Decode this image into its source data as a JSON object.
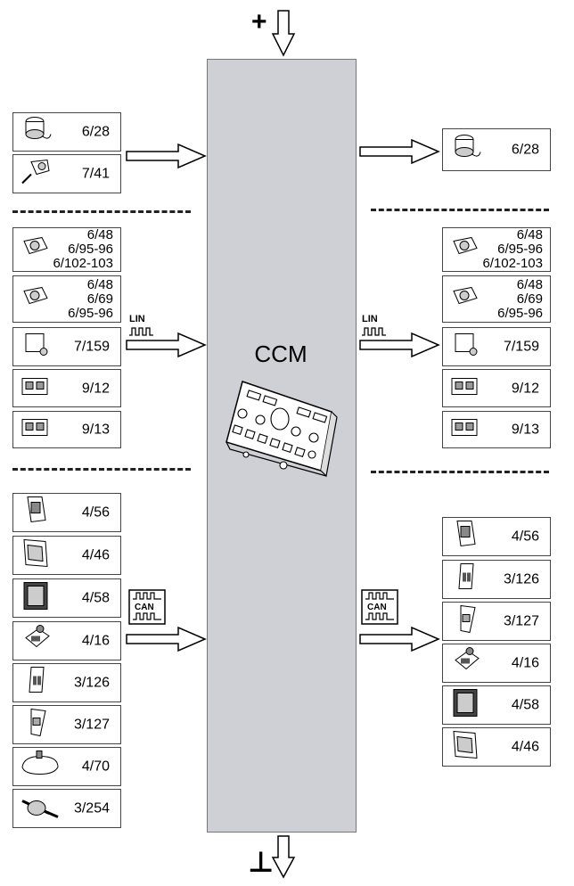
{
  "center": {
    "label": "CCM"
  },
  "power": {
    "plus": "+",
    "ground": "⊥"
  },
  "buses": {
    "lin": "LIN",
    "can": "CAN"
  },
  "left": {
    "group1": [
      {
        "code": "6/28",
        "icon": "blower-motor-icon"
      },
      {
        "code": "7/41",
        "icon": "sensor-icon"
      }
    ],
    "group2": [
      {
        "code_lines": [
          "6/48",
          "6/95-96",
          "6/102-103"
        ],
        "icon": "damper-motor-icon"
      },
      {
        "code_lines": [
          "6/48",
          "6/69",
          "6/95-96"
        ],
        "icon": "damper-motor-icon"
      },
      {
        "code": "7/159",
        "icon": "sensor-module-icon"
      },
      {
        "code": "9/12",
        "icon": "connector-module-icon"
      },
      {
        "code": "9/13",
        "icon": "connector-module-icon"
      }
    ],
    "group3": [
      {
        "code": "4/56",
        "icon": "control-module-icon"
      },
      {
        "code": "4/46",
        "icon": "control-module-icon"
      },
      {
        "code": "4/58",
        "icon": "control-module-icon"
      },
      {
        "code": "4/16",
        "icon": "control-module-icon"
      },
      {
        "code": "3/126",
        "icon": "switch-panel-icon"
      },
      {
        "code": "3/127",
        "icon": "switch-panel-icon"
      },
      {
        "code": "4/70",
        "icon": "mirror-icon"
      },
      {
        "code": "3/254",
        "icon": "steering-module-icon"
      }
    ]
  },
  "right": {
    "group1": [
      {
        "code": "6/28",
        "icon": "blower-motor-icon"
      }
    ],
    "group2": [
      {
        "code_lines": [
          "6/48",
          "6/95-96",
          "6/102-103"
        ],
        "icon": "damper-motor-icon"
      },
      {
        "code_lines": [
          "6/48",
          "6/69",
          "6/95-96"
        ],
        "icon": "damper-motor-icon"
      },
      {
        "code": "7/159",
        "icon": "sensor-module-icon"
      },
      {
        "code": "9/12",
        "icon": "connector-module-icon"
      },
      {
        "code": "9/13",
        "icon": "connector-module-icon"
      }
    ],
    "group3": [
      {
        "code": "4/56",
        "icon": "control-module-icon"
      },
      {
        "code": "3/126",
        "icon": "switch-panel-icon"
      },
      {
        "code": "3/127",
        "icon": "switch-panel-icon"
      },
      {
        "code": "4/16",
        "icon": "control-module-icon"
      },
      {
        "code": "4/58",
        "icon": "control-module-icon"
      },
      {
        "code": "4/46",
        "icon": "control-module-icon"
      }
    ]
  }
}
